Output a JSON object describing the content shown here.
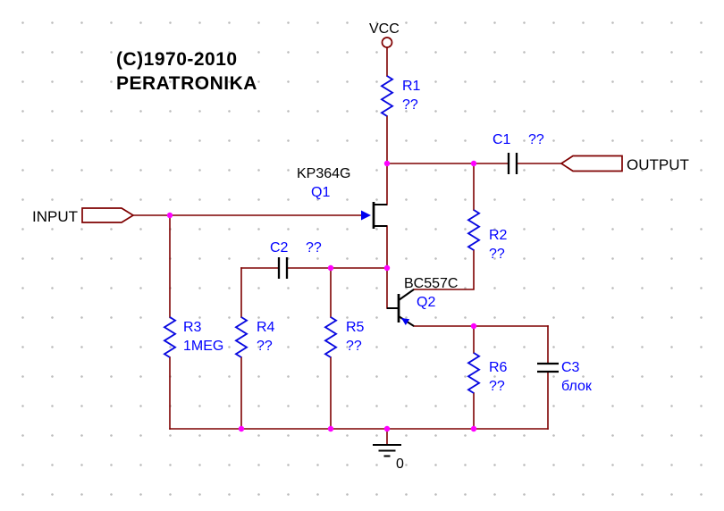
{
  "annotations": {
    "copyright_line1": "(C)1970-2010",
    "copyright_line2": "PERATRONIKA"
  },
  "power": {
    "vcc_label": "VCC",
    "ground_label": "0"
  },
  "ports": {
    "input_label": "INPUT",
    "output_label": "OUTPUT"
  },
  "components": {
    "r1": {
      "ref": "R1",
      "value": "??"
    },
    "r2": {
      "ref": "R2",
      "value": "??"
    },
    "r3": {
      "ref": "R3",
      "value": "1MEG"
    },
    "r4": {
      "ref": "R4",
      "value": "??"
    },
    "r5": {
      "ref": "R5",
      "value": "??"
    },
    "r6": {
      "ref": "R6",
      "value": "??"
    },
    "c1": {
      "ref": "C1",
      "value": "??"
    },
    "c2": {
      "ref": "C2",
      "value": "??"
    },
    "c3": {
      "ref": "C3",
      "value": "блок"
    },
    "q1": {
      "part": "KP364G",
      "ref": "Q1"
    },
    "q2": {
      "part": "BC557C",
      "ref": "Q2"
    }
  },
  "colors": {
    "wire": "#7f0000",
    "junction": "#ff00ff",
    "resistor_symbol": "#0808e0",
    "label_blue": "#0000ff",
    "label_black": "#000000",
    "grid_dot": "#bdbdbd",
    "background": "#ffffff"
  }
}
